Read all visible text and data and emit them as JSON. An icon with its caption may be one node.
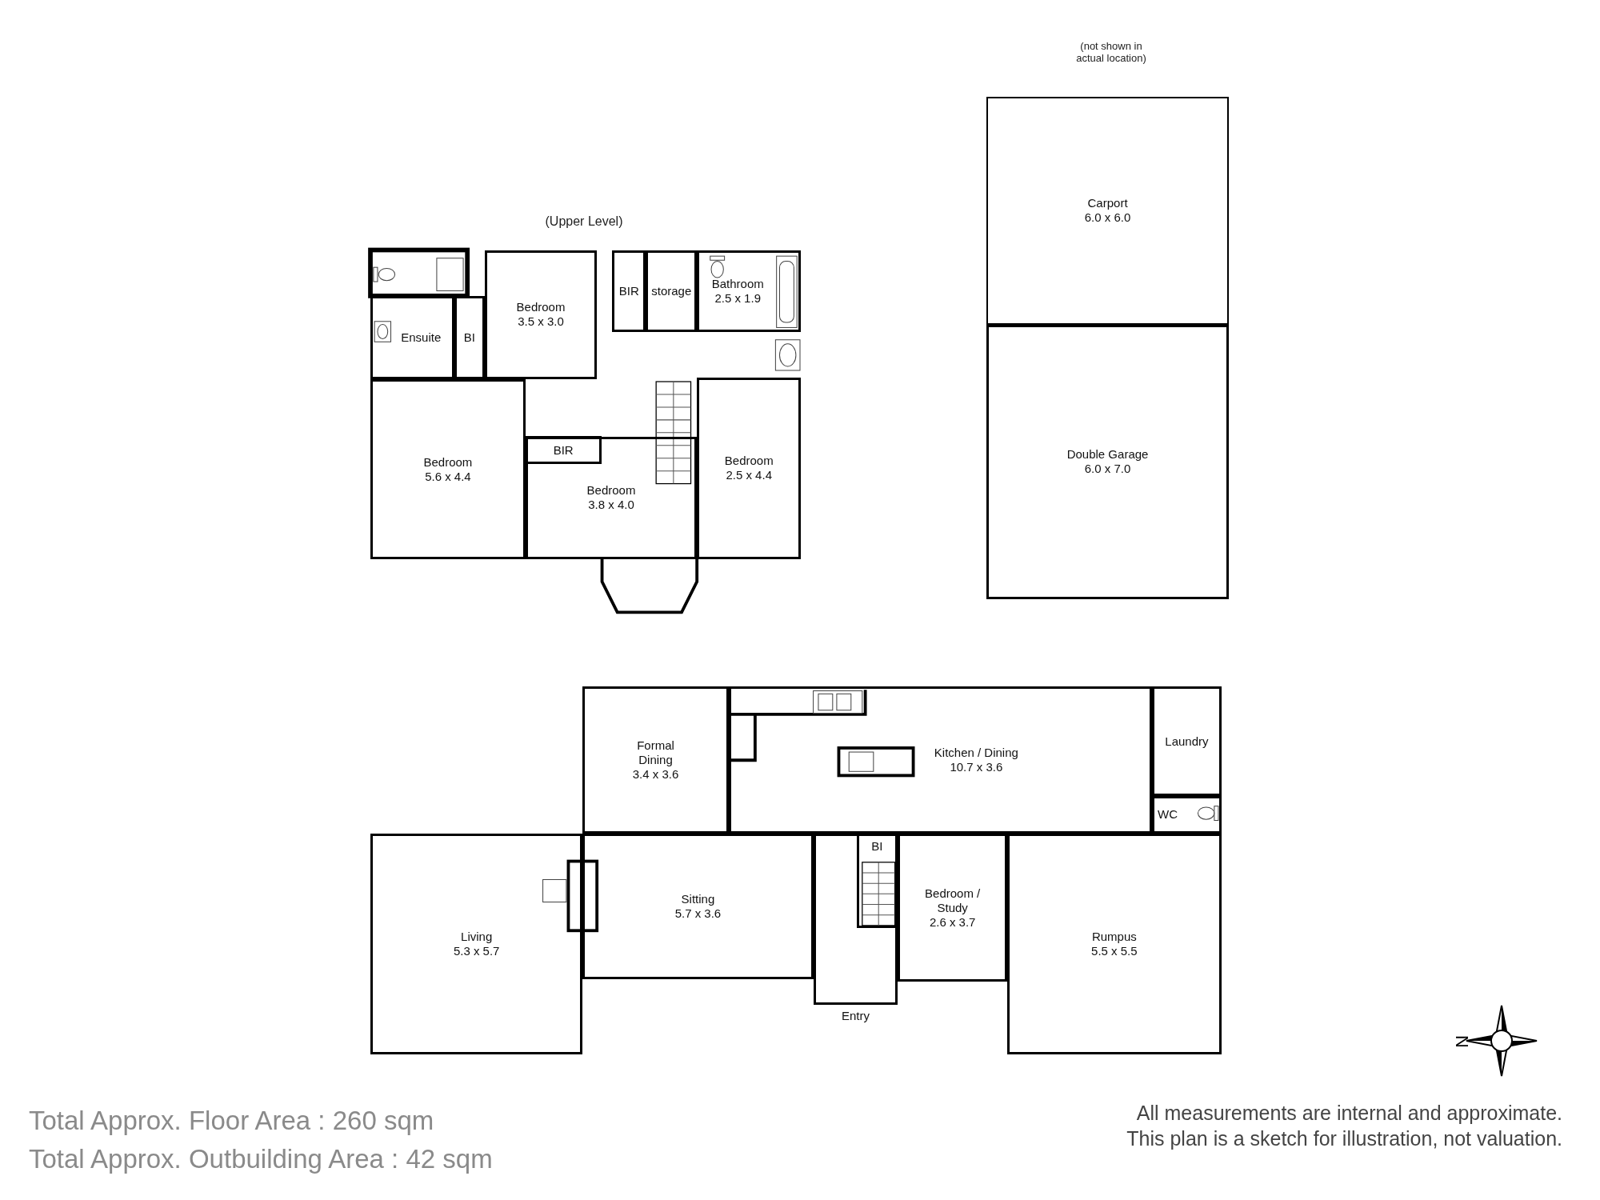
{
  "diagram": {
    "nodes": [
      {
        "text": [
          "Ensuite"
        ]
      },
      {
        "text": [
          "BI"
        ]
      },
      {
        "text": [
          "Bedroom",
          "3.5 x 3.0"
        ]
      },
      {
        "text": [
          "BIR"
        ]
      },
      {
        "text": [
          "storage"
        ]
      },
      {
        "text": [
          "Bathroom",
          "2.5 x 1.9"
        ]
      },
      {
        "text": [
          "Bedroom",
          "5.6 x 4.4"
        ]
      },
      {
        "text": [
          "Bedroom",
          "3.8  x 4.0"
        ]
      },
      {
        "text": [
          "BIR"
        ],
        "in": 7
      },
      {
        "text": [
          "Bedroom",
          "2.5 x 4.4"
        ]
      },
      {
        "text": [
          "Carport",
          "6.0 x 6.0"
        ]
      },
      {
        "text": [
          "Double Garage",
          "6.0 x 7.0"
        ]
      },
      {
        "text": [
          "Formal Dining",
          "3.4 x 3.6"
        ]
      },
      {
        "text": [
          "Kitchen / Dining",
          "10.7 x 3.6"
        ]
      },
      {
        "text": [
          "Laundry"
        ]
      },
      {
        "text": [
          "WC"
        ]
      },
      {
        "text": [
          "Living",
          "5.3 x 5.7"
        ]
      },
      {
        "text": [
          "Sitting",
          "5.7 x 3.6"
        ]
      },
      {
        "text": [
          "Entry"
        ]
      },
      {
        "text": [
          "BI"
        ],
        "in": 18
      },
      {
        "text": [
          "Bedroom / Study",
          "2.6 x 3.7"
        ]
      },
      {
        "text": [
          "Rumpus",
          "5.5 x 5.5"
        ]
      }
    ],
    "labels": [
      "(not shown in actual location)",
      "(Upper Level)",
      "N",
      "All measurements are internal and approximate.",
      "Total Approx. Floor Area : 260 sqm",
      "This plan is a sketch for illustration, not valuation.",
      "Total Approx. Outbuilding Area : 42 sqm"
    ]
  }
}
